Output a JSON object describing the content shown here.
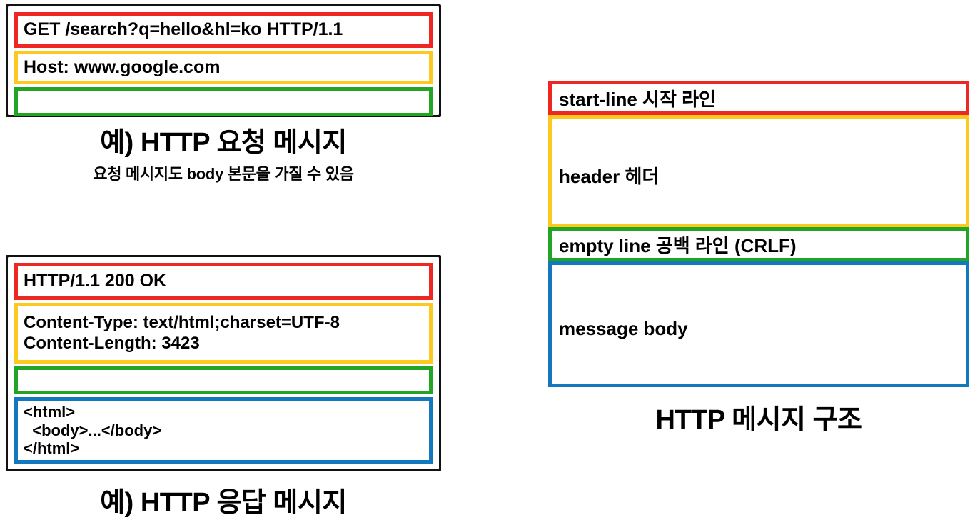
{
  "colors": {
    "start_line": "#ee2722",
    "header": "#fdc91f",
    "empty_line": "#22a524",
    "message_body": "#1378be",
    "frame": "#111111",
    "background": "#ffffff",
    "text": "#000000"
  },
  "request_example": {
    "caption": "예) HTTP 요청 메시지",
    "subtitle": "요청 메시지도 body 본문을 가질 수 있음",
    "rows": [
      {
        "part": "start-line",
        "color": "#ee2722",
        "text": "GET /search?q=hello&hl=ko HTTP/1.1"
      },
      {
        "part": "header",
        "color": "#fdc91f",
        "text": "Host: www.google.com"
      },
      {
        "part": "empty-line",
        "color": "#22a524",
        "text": ""
      }
    ]
  },
  "response_example": {
    "caption": "예) HTTP 응답 메시지",
    "rows": [
      {
        "part": "start-line",
        "color": "#ee2722",
        "text": "HTTP/1.1 200 OK"
      },
      {
        "part": "header",
        "color": "#fdc91f",
        "text": "Content-Type: text/html;charset=UTF-8\nContent-Length: 3423"
      },
      {
        "part": "empty-line",
        "color": "#22a524",
        "text": ""
      },
      {
        "part": "message-body",
        "color": "#1378be",
        "text": "<html>\n  <body>...</body>\n</html>"
      }
    ]
  },
  "structure_diagram": {
    "caption": "HTTP 메시지 구조",
    "rows": [
      {
        "part": "start-line",
        "color": "#ee2722",
        "label": "start-line 시작 라인"
      },
      {
        "part": "header",
        "color": "#fdc91f",
        "label": "header 헤더"
      },
      {
        "part": "empty-line",
        "color": "#22a524",
        "label": "empty line 공백 라인 (CRLF)"
      },
      {
        "part": "message-body",
        "color": "#1378be",
        "label": "message body"
      }
    ]
  }
}
